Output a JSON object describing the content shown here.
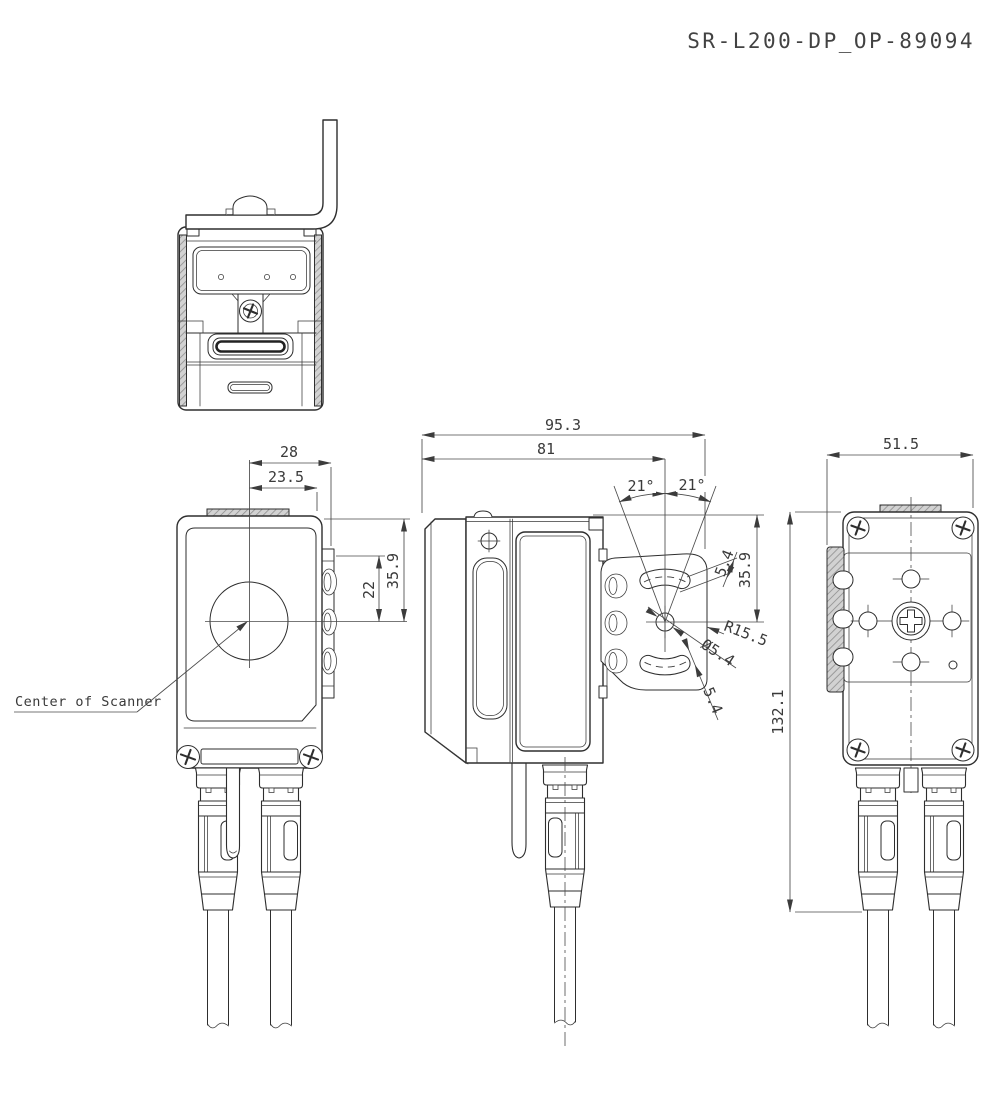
{
  "title": "SR-L200-DP_OP-89094",
  "front_view": {
    "label_center": "Center of Scanner",
    "dim_center_to_mount_face": "28",
    "dim_center_to_body_side": "23.5",
    "dim_top_to_center": "35.9",
    "dim_rail_to_center": "22"
  },
  "side_view": {
    "dim_overall_depth": "95.3",
    "dim_front_to_pivot": "81",
    "dim_angle_left": "21°",
    "dim_angle_right": "21°",
    "dim_slot_width_top": "5.4",
    "dim_top_to_pivot": "35.9",
    "dim_slot_pitch_radius": "R15.5",
    "dim_pivot_hole_dia": "Ø5.4",
    "dim_slot_width_bottom": "5.4",
    "dim_overall_height": "132.1"
  },
  "rear_view": {
    "dim_width": "51.5"
  }
}
